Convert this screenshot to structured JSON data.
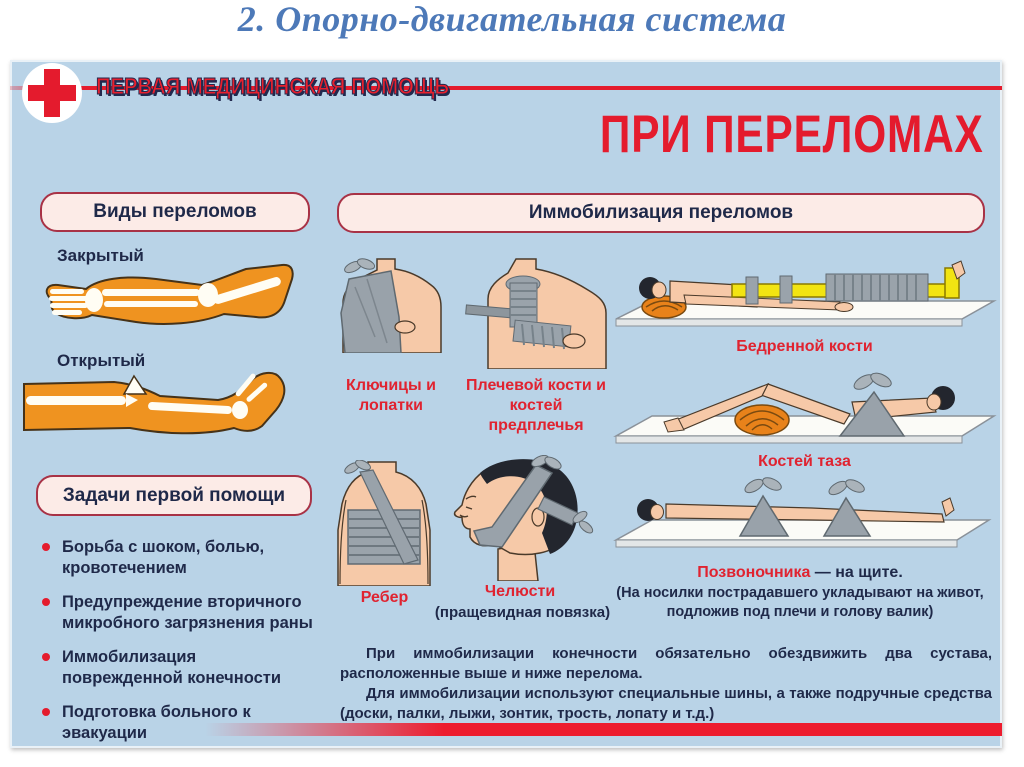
{
  "slide": {
    "title": "2. Опорно-двигательная система"
  },
  "poster": {
    "brand": "ПЕРВАЯ МЕДИЦИНСКАЯ ПОМОЩЬ",
    "title": "ПРИ ПЕРЕЛОМАХ",
    "fracture_types": {
      "header": "Виды переломов",
      "closed_label": "Закрытый",
      "open_label": "Открытый"
    },
    "first_aid_tasks": {
      "header": "Задачи первой помощи",
      "items": [
        "Борьба с шоком, болью, кровотечением",
        "Предупреждение вторичного микробного загрязнения раны",
        "Иммобилизация поврежденной конечности",
        "Подготовка больного к эвакуации"
      ]
    },
    "immobilization": {
      "header": "Иммобилизация переломов",
      "clavicle_label": "Ключицы и лопатки",
      "humerus_label": "Плечевой кости и костей предплечья",
      "femur_label": "Бедренной кости",
      "pelvis_label": "Костей таза",
      "ribs_label": "Ребер",
      "jaw_label": "Челюсти",
      "jaw_sublabel": "(пращевидная повязка)",
      "spine_label": "Позвоночника",
      "spine_suffix": " — на щите.",
      "spine_note": "(На носилки пострадавшего укладывают на живот, подложив под плечи и голову валик)"
    },
    "footer": {
      "paragraph1": "При иммобилизации конечности обязательно обездвижить два сустава, расположенные выше и ниже перелома.",
      "paragraph2": "Для иммобилизации используют специальные шины, а также подручные средства (доски, палки, лыжи, зонтик, трость, лопату и т.д.)"
    }
  },
  "colors": {
    "accent_red": "#e41b2d",
    "label_red": "#e02330",
    "navy_text": "#1f2949",
    "poster_bg": "#b9d3e7",
    "title_blue": "#4d79b8",
    "pill_bg": "#fcebe7",
    "pill_border": "#a83246"
  }
}
